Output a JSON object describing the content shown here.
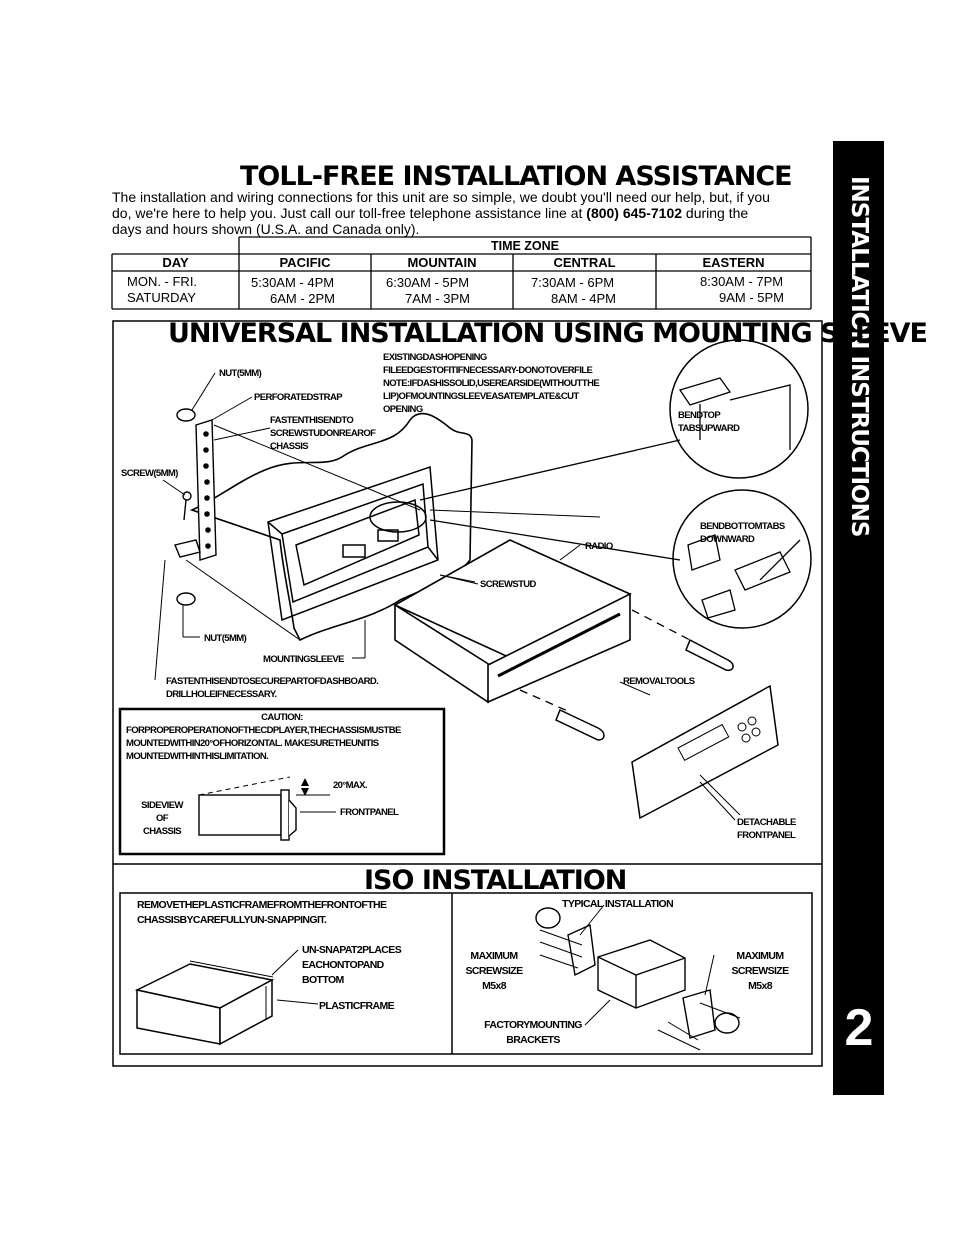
{
  "sidebar": {
    "title": "INSTALLATION INSTRUCTIONS",
    "page_number": "2"
  },
  "tollfree": {
    "heading": "TOLL-FREE INSTALLATION ASSISTANCE",
    "line1": "The installation and wiring connections for this unit are so simple, we doubt you'll need our help, but, if you",
    "line2_pre": "do, we're here to help you. Just call our toll-free telephone assistance line at ",
    "phone": "(800) 645-7102",
    "line2_post": " during the",
    "line3": "days and hours shown (U.S.A. and Canada only)."
  },
  "timetable": {
    "group_header": "TIME ZONE",
    "headers": [
      "DAY",
      "PACIFIC",
      "MOUNTAIN",
      "CENTRAL",
      "EASTERN"
    ],
    "rows": [
      [
        "MON. - FRI.",
        "5:30AM - 4PM",
        "6:30AM - 5PM",
        "7:30AM - 6PM",
        "8:30AM - 7PM"
      ],
      [
        "SATURDAY",
        "6AM - 2PM",
        "7AM - 3PM",
        "8AM - 4PM",
        "9AM - 5PM"
      ]
    ]
  },
  "universal": {
    "heading": "UNIVERSAL INSTALLATION USING MOUNTING SLEEVE",
    "labels": {
      "nut_top": "NUT(5MM)",
      "perforated_strap": "PERFORATEDSTRAP",
      "fasten_stud": [
        "FASTENTHISENDTO",
        "SCREWSTUDONREAROF",
        "CHASSIS"
      ],
      "existing_opening": [
        "EXISTINGDASHOPENING",
        "FILEEDGESTOFITIFNECESSARY-DONOTOVERFILE",
        "NOTE:IFDASHISSOLID,USEREARSIDE(WITHOUTTHE",
        "LIP)OFMOUNTINGSLEEVEASATEMPLATE&CUT",
        "OPENING"
      ],
      "bend_top": [
        "BENDTOP",
        "TABSUPWARD"
      ],
      "screw": "SCREW(5MM)",
      "bend_bottom": [
        "BENDBOTTOMTABS",
        "DOWNWARD"
      ],
      "radio": "RADIO",
      "screwstud": "SCREWSTUD",
      "nut_bottom": "NUT(5MM)",
      "mounting_sleeve": "MOUNTINGSLEEVE",
      "fasten_dash": [
        "FASTENTHISENDTOSECUREPARTOFDASHBOARD.",
        "DRILLHOLEIFNECESSARY."
      ],
      "removal_tools": "REMOVALTOOLS",
      "detachable": [
        "DETACHABLE",
        "FRONTPANEL"
      ]
    },
    "caution": {
      "title": "CAUTION:",
      "lines": [
        "FORPROPEROPERATIONOFTHECDPLAYER,THECHASSISMUSTBE",
        "MOUNTEDWITHIN20°OFHORIZONTAL. MAKESURETHEUNITIS",
        "MOUNTEDWITHINTHISLIMITATION."
      ],
      "max_angle": "20°MAX.",
      "front_panel": "FRONTPANEL",
      "side_view": [
        "SIDEVIEW",
        "OF",
        "CHASSIS"
      ]
    }
  },
  "iso": {
    "heading": "ISO INSTALLATION",
    "remove_text": [
      "REMOVETHEPLASTICFRAMEFROMTHEFRONTOFTHE",
      "CHASSISBYCAREFULLYUN-SNAPPINGIT."
    ],
    "unsnap": [
      "UN-SNAPAT2PLACES",
      "EACHONTOPAND",
      "BOTTOM"
    ],
    "plastic_frame": "PLASTICFRAME",
    "typical": "TYPICAL INSTALLATION",
    "max_screw_left": [
      "MAXIMUM",
      "SCREWSIZE",
      "M5x8"
    ],
    "max_screw_right": [
      "MAXIMUM",
      "SCREWSIZE",
      "M5x8"
    ],
    "factory": [
      "FACTORYMOUNTING",
      "BRACKETS"
    ]
  }
}
